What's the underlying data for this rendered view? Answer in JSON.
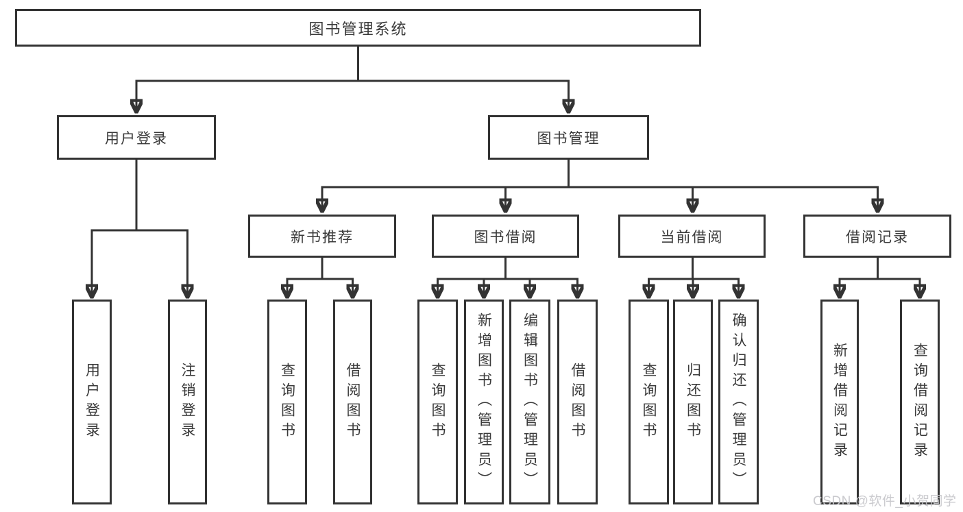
{
  "tree": {
    "label": "图书管理系统",
    "children": [
      {
        "label": "用户登录",
        "children": [
          {
            "label": "用户登录"
          },
          {
            "label": "注销登录"
          }
        ]
      },
      {
        "label": "图书管理",
        "children": [
          {
            "label": "新书推荐",
            "children": [
              {
                "label": "查询图书"
              },
              {
                "label": "借阅图书"
              }
            ]
          },
          {
            "label": "图书借阅",
            "children": [
              {
                "label": "查询图书"
              },
              {
                "label": "新增图书（管理员）"
              },
              {
                "label": "编辑图书（管理员）"
              },
              {
                "label": "借阅图书"
              }
            ]
          },
          {
            "label": "当前借阅",
            "children": [
              {
                "label": "查询图书"
              },
              {
                "label": "归还图书"
              },
              {
                "label": "确认归还（管理员）"
              }
            ]
          },
          {
            "label": "借阅记录",
            "children": [
              {
                "label": "新增借阅记录"
              },
              {
                "label": "查询借阅记录"
              }
            ]
          }
        ]
      }
    ]
  },
  "watermark": {
    "text": "CSDN @软件_小贺同学"
  },
  "colors": {
    "line": "#333333",
    "box_border": "#333333",
    "text": "#3a3a3a",
    "background": "#ffffff",
    "watermark": "#c8c8cc"
  }
}
